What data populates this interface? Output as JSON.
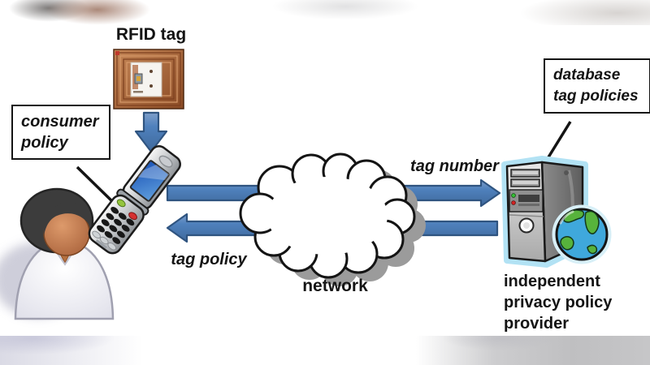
{
  "labels": {
    "rfid_tag": "RFID tag",
    "consumer_policy": "consumer policy",
    "tag_number": "tag number",
    "tag_policy": "tag policy",
    "network": "network",
    "database_tag_policies": "database tag policies",
    "provider": "independent privacy policy provider"
  },
  "icons": [
    {
      "name": "rfid-tag-icon",
      "depicts": "copper RFID coil tag with white inlay"
    },
    {
      "name": "down-arrow-icon",
      "depicts": "blue block arrow from RFID tag to phone"
    },
    {
      "name": "consumer-person-icon",
      "depicts": "person with dark hair and white shirt"
    },
    {
      "name": "mobile-phone-icon",
      "depicts": "open silver flip phone with blue screen"
    },
    {
      "name": "network-cloud-icon",
      "depicts": "scalloped network cloud with gray shadow"
    },
    {
      "name": "right-arrow-icon",
      "depicts": "blue arrow phone to server (tag number)"
    },
    {
      "name": "left-arrow-icon",
      "depicts": "blue arrow server to phone (tag policy)"
    },
    {
      "name": "server-icon",
      "depicts": "gray tower server with light blue glow"
    },
    {
      "name": "globe-icon",
      "depicts": "green and blue globe beside server"
    }
  ],
  "colors": {
    "arrow_fill": "#4f81bd",
    "arrow_border": "#2f5480",
    "box_border": "#141414",
    "text": "#141414",
    "cloud_shadow": "#9b9b9b",
    "server_glow": "#b2e2f4",
    "globe_ocean": "#3fa8dc",
    "globe_land": "#57b33c",
    "rfid_copper": "#a9663c",
    "skin": "#c07a4e",
    "hair": "#3c3c3c",
    "background": "#ffffff"
  }
}
